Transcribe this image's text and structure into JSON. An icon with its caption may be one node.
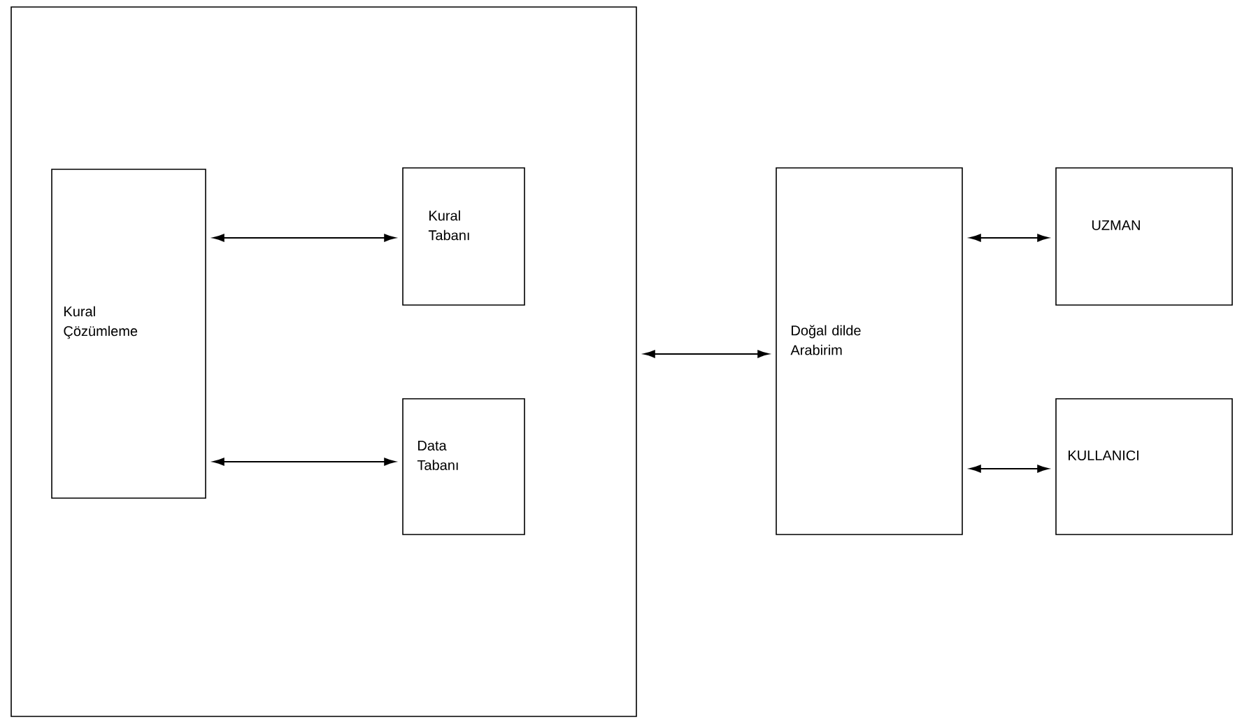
{
  "diagram": {
    "nodes": [
      {
        "text": [],
        "shape": "box"
      },
      {
        "text": [
          "Kural Çözümleme"
        ],
        "in": 0
      },
      {
        "text": [
          "Kural Tabanı"
        ],
        "in": 0
      },
      {
        "text": [
          "Data Tabanı"
        ],
        "in": 0
      },
      {
        "text": [
          "Doğal dilde Arabirim"
        ]
      },
      {
        "text": [
          "UZMAN"
        ]
      },
      {
        "text": [
          "KULLANICI"
        ]
      }
    ],
    "edges": [
      {
        "from": 1,
        "to": 2,
        "arrow": "both"
      },
      {
        "from": 1,
        "to": 3,
        "arrow": "both"
      },
      {
        "from": 0,
        "to": 4,
        "arrow": "both"
      },
      {
        "from": 4,
        "to": 5,
        "arrow": "both"
      },
      {
        "from": 4,
        "to": 6,
        "arrow": "both"
      }
    ]
  }
}
